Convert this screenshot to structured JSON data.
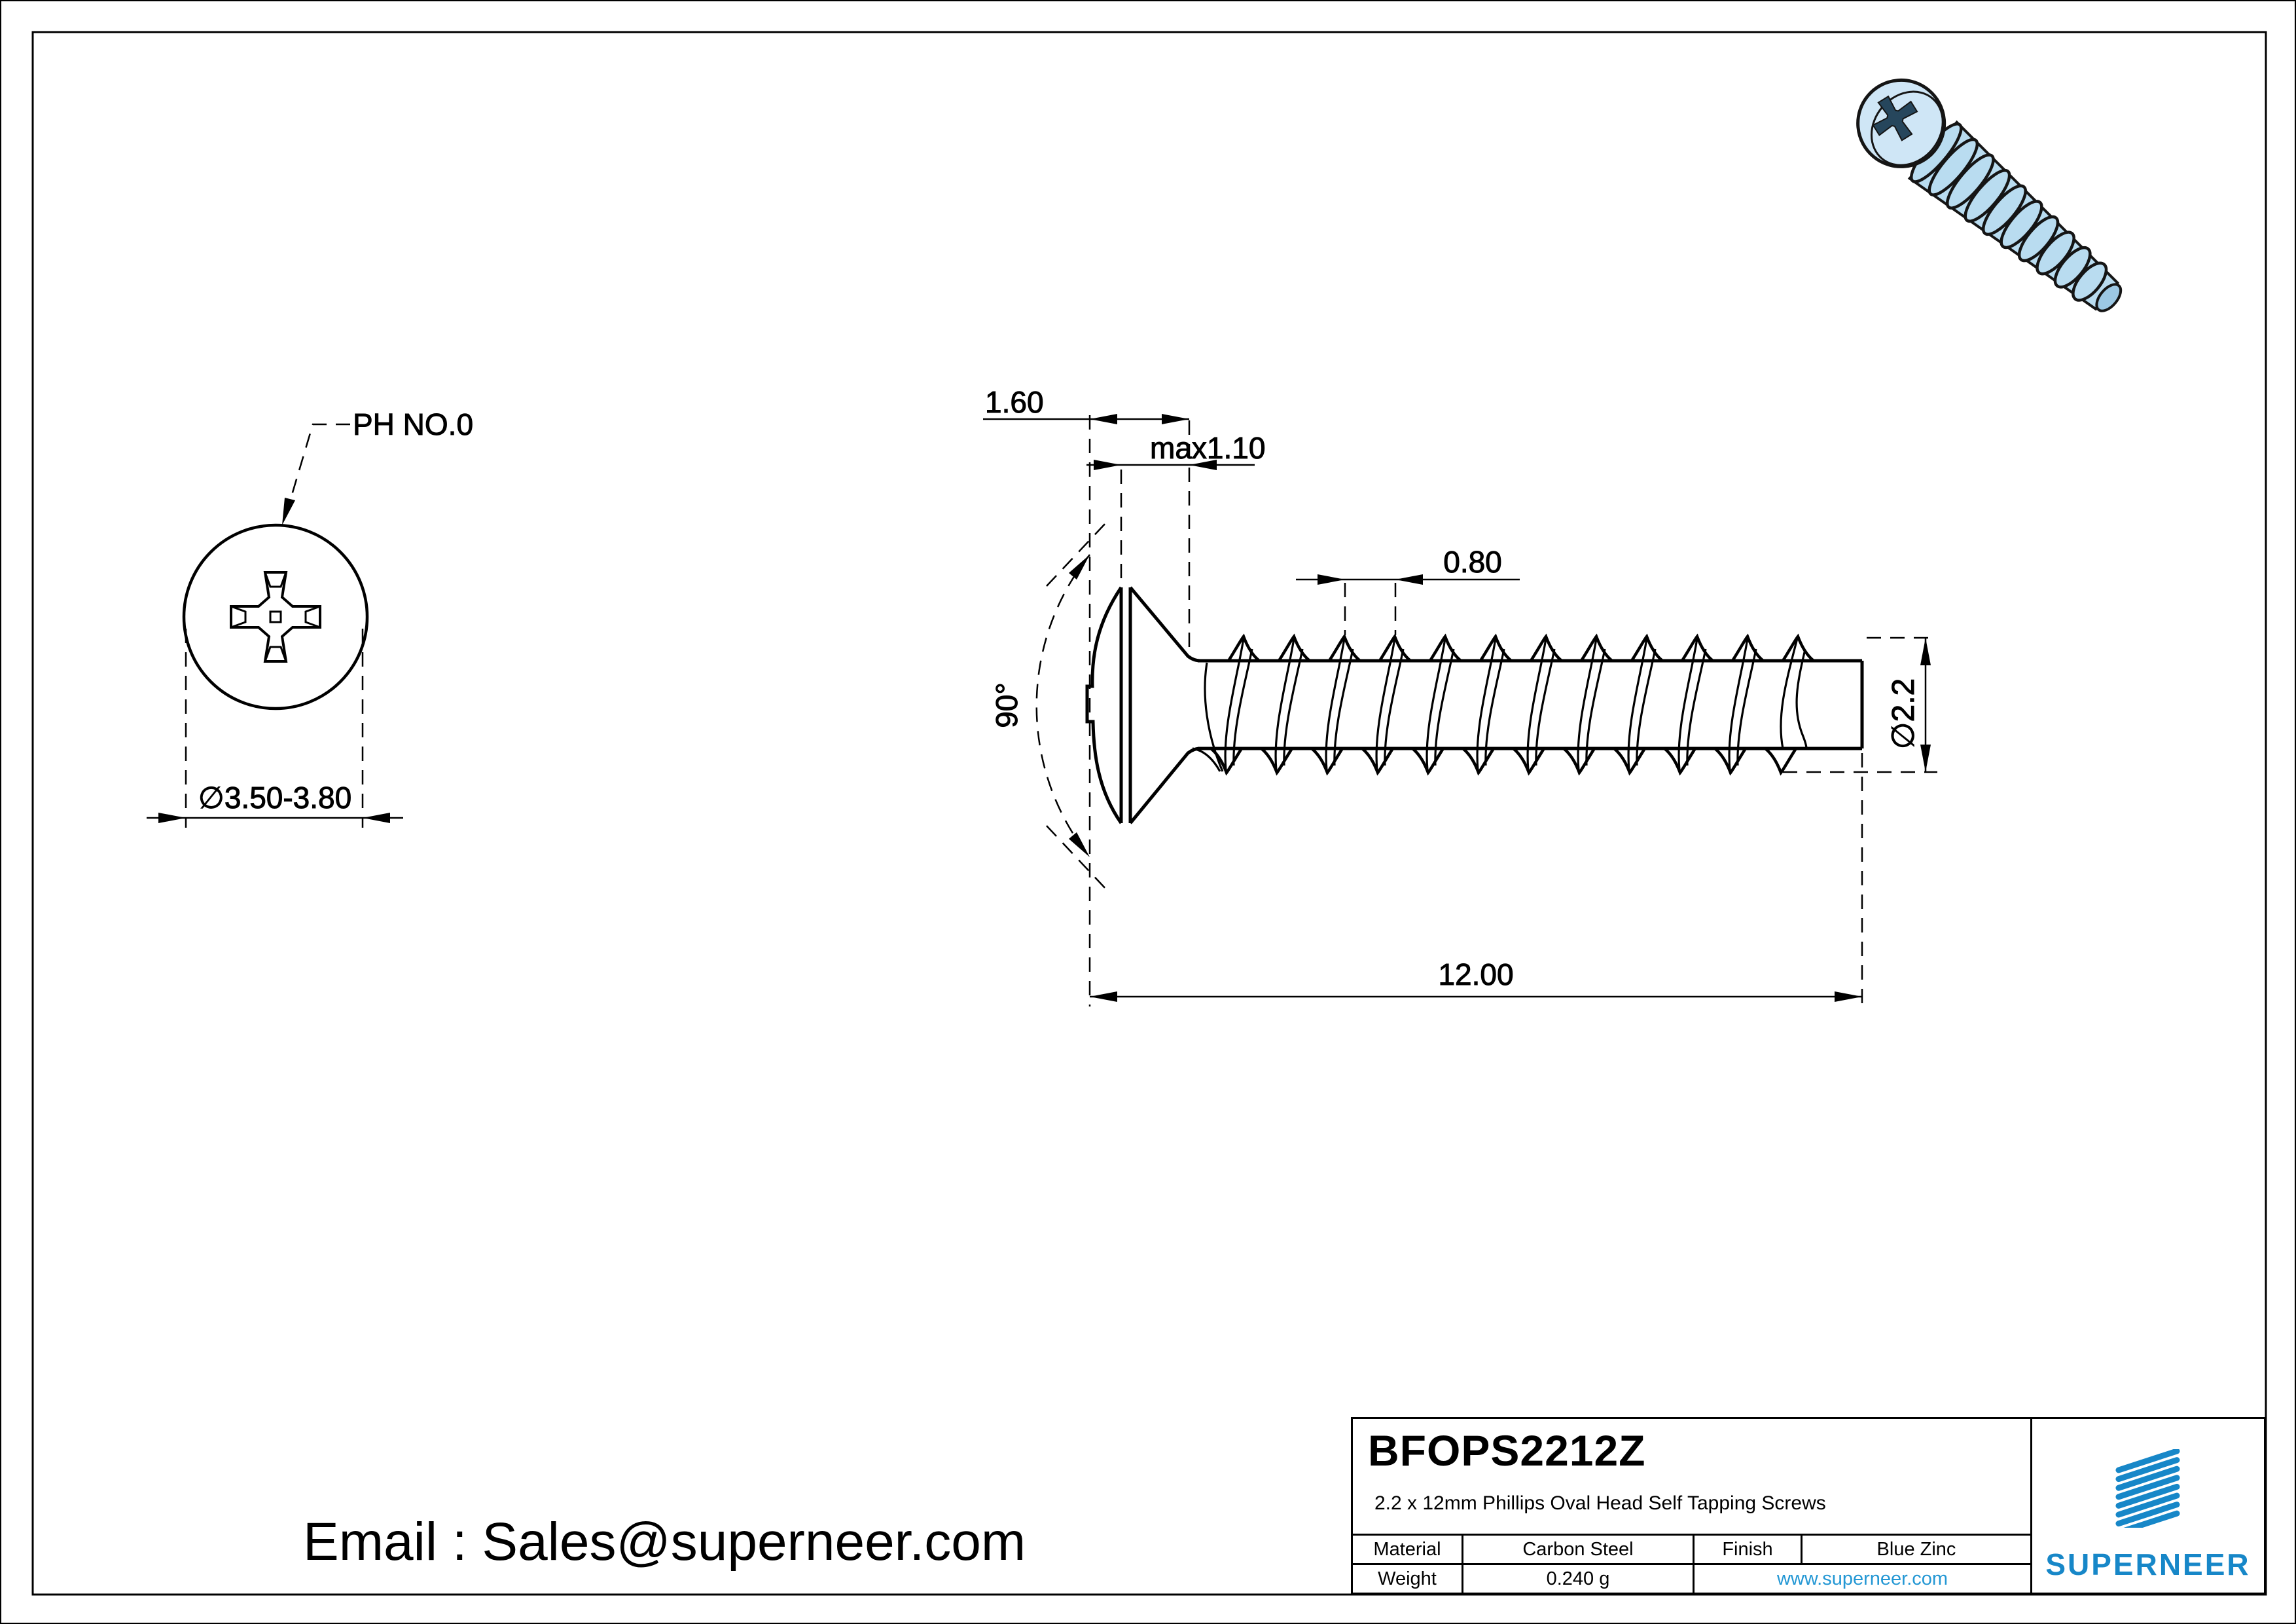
{
  "drawing": {
    "front_view": {
      "callout": "PH NO.0",
      "diameter": "∅3.50-3.80"
    },
    "side_view": {
      "head_height": "1.60",
      "oval_height": "max1.10",
      "pitch": "0.80",
      "angle": "90°",
      "diameter": "∅2.2",
      "length": "12.00"
    }
  },
  "contact": {
    "email": "Email : Sales@superneer.com"
  },
  "title_block": {
    "part_number": "BFOPS2212Z",
    "description": "2.2 x 12mm Phillips Oval Head Self Tapping Screws",
    "material_label": "Material",
    "material_value": "Carbon Steel",
    "finish_label": "Finish",
    "finish_value": "Blue Zinc",
    "weight_label": "Weight",
    "weight_value": "0.240 g",
    "website": "www.superneer.com",
    "brand": "SUPERNEER"
  },
  "colors": {
    "line": "#000000",
    "accent_blue": "#1787c8",
    "link_blue": "#2397d4",
    "screw_fill": "#b9dcf0",
    "background": "#ffffff"
  }
}
